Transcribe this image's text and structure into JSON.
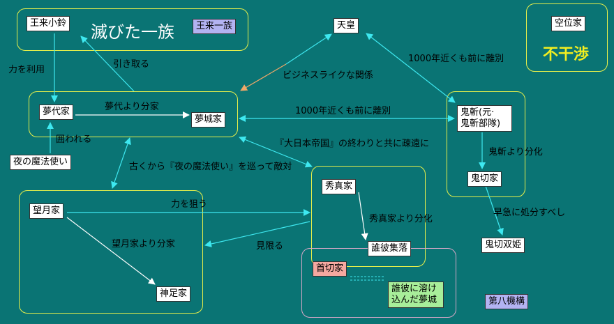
{
  "groups": {
    "extinct_title": "滅びた一族",
    "vacant_title": "不干渉"
  },
  "nodes": {
    "ourai_kosuzu": "王来小鈴",
    "ourai_ichizoku": "王来一族",
    "tennou": "天皇",
    "kuui_ke": "空位家",
    "mudai_ke": "夢代家",
    "mujou_ke": "夢城家",
    "kizan_line1": "鬼斬(元·",
    "kizan_line2": "鬼斬部隊)",
    "yoru_mahoutsukai": "夜の魔法使い",
    "kikiri_ke": "鬼切家",
    "hidema_ke": "秀真家",
    "mochizuki_ke": "望月家",
    "tarehi_shuuraku": "誰彼集落",
    "kubikiri_ke": "首切家",
    "kanzoku_ke": "神足家",
    "kikiri_souki": "鬼切双姫",
    "tarehi_line1": "誰彼に溶け",
    "tarehi_line2": "込んだ夢城",
    "dai8_kikou": "第八機構"
  },
  "labels": {
    "chikara_riyou": "力を利用",
    "hikitoru": "引き取る",
    "business": "ビジネスライクな関係",
    "rihetsu_top": "1000年近くも前に離別",
    "rihetsu_mid": "1000年近くも前に離別",
    "mudai_bunke": "夢代より分家",
    "kakowareru": "囲われる",
    "dainippon": "『大日本帝国』の終わりと共に疎遠に",
    "kizan_bunka": "鬼斬より分化",
    "furuku": "古くから『夜の魔法使い』を巡って敵対",
    "chikara_nerau": "力を狙う",
    "hidema_bunka": "秀真家より分化",
    "sokyuu": "早急に処分すべし",
    "mochizuki_bunke": "望月家より分家",
    "mikagiru": "見限る"
  },
  "colors": {
    "background": "#0a7474",
    "group_border": "#e8f04a",
    "arrow": "#3ee8f0",
    "arrow_orange": "#f0a868",
    "node_purple": "#b3b3f2",
    "node_salmon": "#f5a8a0",
    "node_green": "#a8ee9a"
  }
}
